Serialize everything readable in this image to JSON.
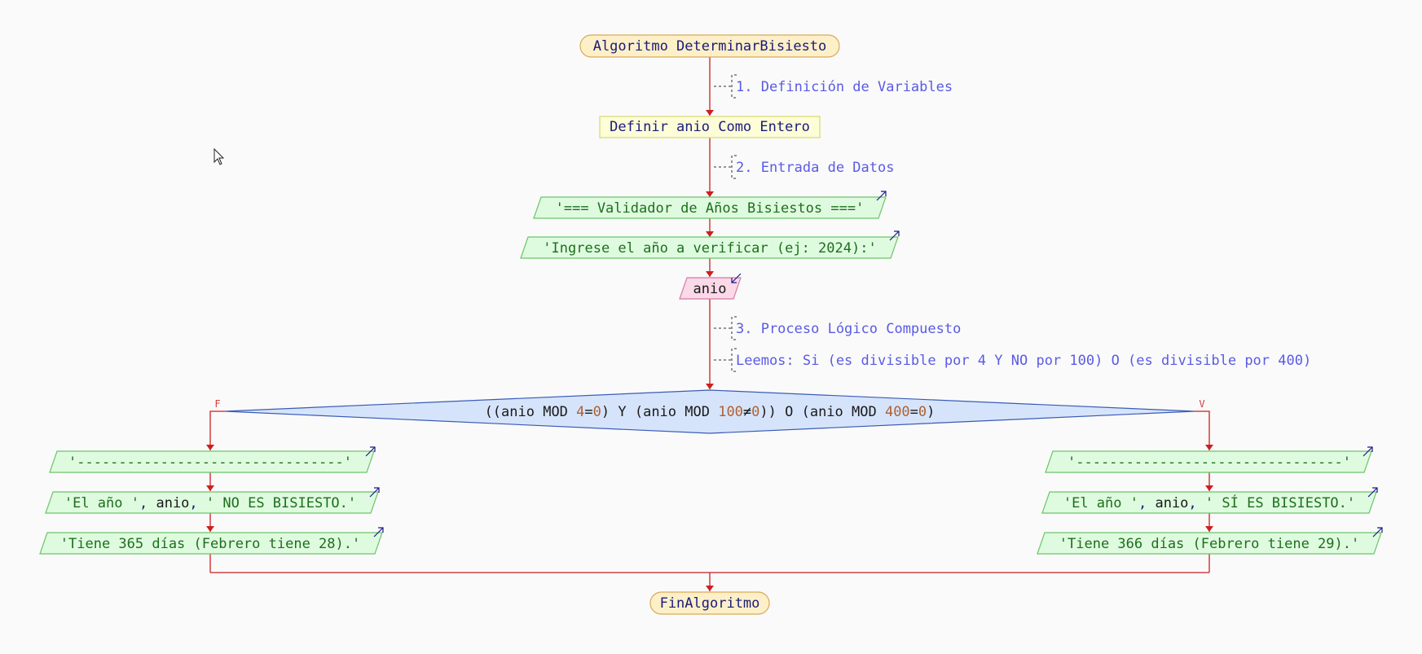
{
  "diagram": {
    "title": "Algoritmo DeterminarBisiesto",
    "end": "FinAlgoritmo",
    "comments": [
      "1. Definición de Variables",
      "2. Entrada de Datos",
      "3. Proceso Lógico Compuesto",
      "Leemos: Si (es divisible por 4 Y NO por 100) O (es divisible por 400)"
    ],
    "define": "Definir anio Como Entero",
    "outputs_top": [
      "'=== Validador de Años Bisiestos ==='",
      "'Ingrese el año a verificar (ej: 2024):'"
    ],
    "input": "anio",
    "decision": {
      "p1": "((anio MOD ",
      "n1": "4",
      "p2": "=",
      "n2": "0",
      "p3": ") Y (anio MOD ",
      "n3": "100",
      "p4": "≠",
      "n4": "0",
      "p5": ")) O (anio MOD ",
      "n5": "400",
      "p6": "=",
      "n6": "0",
      "p7": ")"
    },
    "false_label": "F",
    "true_label": "V",
    "false_branch": {
      "line1": "'--------------------------------'",
      "line2_a": "'El año '",
      "line2_b": ", ",
      "line2_c": "anio",
      "line2_d": ", ",
      "line2_e": "' NO ES BISIESTO.'",
      "line3": "'Tiene 365 días (Febrero tiene 28).'"
    },
    "true_branch": {
      "line1": "'--------------------------------'",
      "line2_a": "'El año '",
      "line2_b": ", ",
      "line2_c": "anio",
      "line2_d": ", ",
      "line2_e": "' SÍ ES BISIESTO.'",
      "line3": "'Tiene 366 días (Febrero tiene 29).'"
    },
    "colors": {
      "flow": "#cc1f1f",
      "terminal_fill": "#fdf0c8",
      "terminal_stroke": "#d9a95a",
      "process_fill": "#fdfdd8",
      "process_stroke": "#d8d870",
      "output_fill": "#dffbdf",
      "output_stroke": "#6cc46c",
      "input_fill": "#fbd9e8",
      "input_stroke": "#d77aa6",
      "decision_fill": "#d6e4fb",
      "decision_stroke": "#3a5bb8",
      "comment": "#5a5ae6"
    }
  }
}
